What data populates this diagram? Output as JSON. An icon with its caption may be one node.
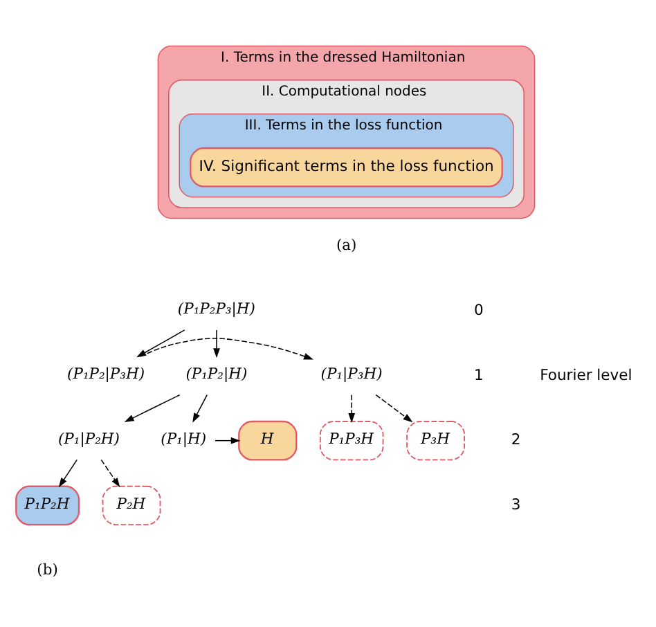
{
  "diagram": {
    "nodes": [
      {
        "text": [
          "I. Terms in the dressed Hamiltonian"
        ]
      },
      {
        "text": [
          "II. Computational nodes"
        ],
        "in": 0
      },
      {
        "text": [
          "III. Terms in the loss function"
        ],
        "in": 1
      },
      {
        "text": [
          "IV. Significant terms in the loss function"
        ],
        "in": 2
      },
      {
        "text": [
          "(P₁P₂P₃|H)"
        ]
      },
      {
        "text": [
          "(P₁P₂|H)"
        ]
      },
      {
        "text": [
          "(P₁P₂|P₃H)"
        ]
      },
      {
        "text": [
          "(P₁|P₃H)"
        ]
      },
      {
        "text": [
          "(P₁|H)"
        ]
      },
      {
        "text": [
          "H"
        ]
      },
      {
        "text": [
          "(P₁|P₂H)"
        ]
      },
      {
        "text": [
          "P₃H"
        ]
      },
      {
        "text": [
          "P₁P₃H"
        ]
      },
      {
        "text": [
          "P₂H"
        ]
      },
      {
        "text": [
          "P₁P₂H"
        ]
      }
    ],
    "edges": [
      {
        "from": 4,
        "to": 5,
        "arrow": "to"
      },
      {
        "from": 4,
        "to": 6,
        "arrow": "to"
      },
      {
        "from": 6,
        "to": 7,
        "arrow": "to",
        "style": "dashed"
      },
      {
        "from": 5,
        "to": 8,
        "arrow": "to"
      },
      {
        "from": 5,
        "to": 10,
        "arrow": "to"
      },
      {
        "from": 8,
        "to": 9,
        "arrow": "to"
      },
      {
        "from": 7,
        "to": 11,
        "arrow": "to",
        "style": "dashed"
      },
      {
        "from": 7,
        "to": 12,
        "arrow": "to",
        "style": "dashed"
      },
      {
        "from": 10,
        "to": 13,
        "arrow": "to",
        "style": "dashed"
      },
      {
        "from": 10,
        "to": 14,
        "arrow": "to"
      }
    ],
    "labels": [
      "(a)",
      "Fourier level",
      "0",
      "1",
      "2",
      "3",
      "(b)"
    ]
  }
}
